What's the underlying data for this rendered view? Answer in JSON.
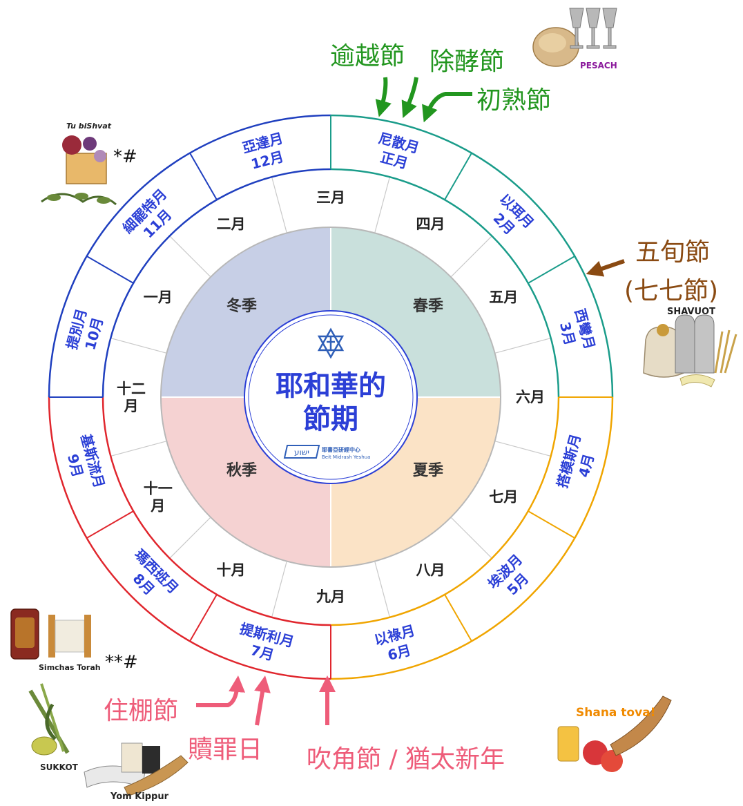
{
  "center": {
    "title_line1": "耶和華的",
    "title_line2": "節期",
    "logo_hebrew": "ישוע",
    "logo_cn": "耶書亞研經中心",
    "logo_en": "Beit Midrash Yeshua"
  },
  "seasons": {
    "spring": {
      "label": "春季",
      "color": "#c9e0dc"
    },
    "summer": {
      "label": "夏季",
      "color": "#fbe3c6"
    },
    "autumn": {
      "label": "秋季",
      "color": "#f5d2d2"
    },
    "winter": {
      "label": "冬季",
      "color": "#c7cfe6"
    }
  },
  "inner_months": [
    {
      "label": "三月"
    },
    {
      "label": "四月"
    },
    {
      "label": "五月"
    },
    {
      "label": "六月"
    },
    {
      "label": "七月"
    },
    {
      "label": "八月"
    },
    {
      "label": "九月"
    },
    {
      "label": "十月"
    },
    {
      "label": "十一\n月"
    },
    {
      "label": "十二\n月"
    },
    {
      "label": "一月"
    },
    {
      "label": "二月"
    }
  ],
  "outer_months": [
    {
      "line1": "尼散月",
      "line2": "正月",
      "color": "#1a9c8a"
    },
    {
      "line1": "以珥月",
      "line2": "2月",
      "color": "#1a9c8a"
    },
    {
      "line1": "西彎月",
      "line2": "3月",
      "color": "#1a9c8a"
    },
    {
      "line1": "搭模斯月",
      "line2": "4月",
      "color": "#f0a500"
    },
    {
      "line1": "埃波月",
      "line2": "5月",
      "color": "#f0a500"
    },
    {
      "line1": "以祿月",
      "line2": "6月",
      "color": "#f0a500"
    },
    {
      "line1": "提斯利月",
      "line2": "7月",
      "color": "#e0262d"
    },
    {
      "line1": "瑪西班月",
      "line2": "8月",
      "color": "#e0262d"
    },
    {
      "line1": "基斯流月",
      "line2": "9月",
      "color": "#e0262d"
    },
    {
      "line1": "提別月",
      "line2": "10月",
      "color": "#1f3fbf"
    },
    {
      "line1": "細罷特月",
      "line2": "11月",
      "color": "#1f3fbf"
    },
    {
      "line1": "亞達月",
      "line2": "12月",
      "color": "#1f3fbf"
    }
  ],
  "outer_text_color": "#2b3fd6",
  "festivals": {
    "passover": "逾越節",
    "unleavened": "除酵節",
    "firstfruits": "初熟節",
    "pentecost_1": "五旬節",
    "pentecost_2": "(七七節)",
    "tabernacles": "住棚節",
    "atonement": "贖罪日",
    "trumpets": "吹角節 / 猶太新年"
  },
  "captions": {
    "pesach": "PESACH",
    "shavuot": "SHAVUOT",
    "tubishvat": "Tu biShvat",
    "simchas": "Simchas Torah",
    "sukkot": "SUKKOT",
    "yomkippur": "Yom Kippur",
    "shanatova": "Shana tova!",
    "mark1": "*#",
    "mark2": "**#"
  },
  "colors": {
    "green": "#22961f",
    "brown": "#8a4a12",
    "pink": "#ee5c79",
    "purple": "#8b1a9c",
    "orange": "#f08a00"
  }
}
